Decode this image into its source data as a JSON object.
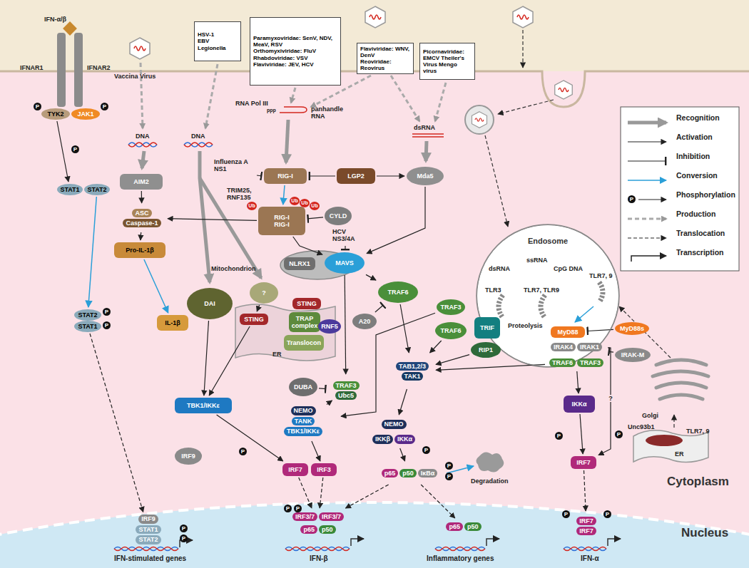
{
  "diagram": {
    "nodes": [
      {
        "text": [
          "HSV-1",
          "EBV",
          "Legionella"
        ]
      },
      {
        "text": [
          "Paramyxoviridae: SenV, NDV, MeaV, RSV",
          "Orthomyxiviridae: FluV",
          "Rhabdoviridae: VSV",
          "Flaviviridae: JEV, HCV"
        ]
      },
      {
        "text": [
          "Flaviviridae: WNV, DenV",
          "Reoviridae: Reovirus"
        ]
      },
      {
        "text": [
          "Picornaviridae: EMCV Theiler's Virus Mengo virus"
        ]
      },
      {
        "text": [
          "TYK2"
        ]
      },
      {
        "text": [
          "JAK1"
        ]
      },
      {
        "text": [
          "STAT1"
        ]
      },
      {
        "text": [
          "STAT2"
        ]
      },
      {
        "text": [
          "RIG-I"
        ]
      },
      {
        "text": [
          "LGP2"
        ]
      },
      {
        "text": [
          "Mda5"
        ]
      },
      {
        "text": [
          "AIM2"
        ]
      },
      {
        "text": [
          "RIG-I",
          "RIG-I"
        ]
      },
      {
        "text": [
          "CYLD"
        ]
      },
      {
        "text": [
          "ASC",
          "Caspase-1"
        ]
      },
      {
        "text": [
          "Endosome"
        ]
      },
      {
        "text": [
          "Pro-IL-1β"
        ]
      },
      {
        "text": [
          "NLRX1"
        ]
      },
      {
        "text": [
          "MAVS"
        ]
      },
      {
        "text": [
          "TRAF6"
        ]
      },
      {
        "text": [
          "?"
        ]
      },
      {
        "text": [
          "DAI"
        ]
      },
      {
        "text": [
          "STING"
        ]
      },
      {
        "text": [
          "TRAP complex"
        ]
      },
      {
        "text": [
          "A20"
        ]
      },
      {
        "text": [
          "STING"
        ]
      },
      {
        "text": [
          "RNF5"
        ]
      },
      {
        "text": [
          "TRAF3"
        ]
      },
      {
        "text": [
          "TRIF"
        ]
      },
      {
        "text": [
          "Translocon"
        ]
      },
      {
        "text": [
          "TRAF6"
        ]
      },
      {
        "text": [
          "MyD88"
        ]
      },
      {
        "text": [
          "MyD88s"
        ]
      },
      {
        "text": [
          "IRAK4",
          "IRAK1"
        ]
      },
      {
        "text": [
          "IRAK-M"
        ]
      },
      {
        "text": [
          "RIP1"
        ]
      },
      {
        "text": [
          "TRAF6",
          "TRAF3"
        ]
      },
      {
        "text": [
          "IL-1β"
        ]
      },
      {
        "text": [
          "STAT2"
        ]
      },
      {
        "text": [
          "STAT1"
        ]
      },
      {
        "text": [
          "TAB1,2/3",
          "TAK1"
        ]
      },
      {
        "text": [
          "DUBA"
        ]
      },
      {
        "text": [
          "TRAF3",
          "Ubc5"
        ]
      },
      {
        "text": [
          "IKKα"
        ]
      },
      {
        "text": [
          "TBK1/IKKε"
        ]
      },
      {
        "text": [
          "NEMO",
          "TANK",
          "TBK1/IKKε"
        ]
      },
      {
        "text": [
          "NEMO",
          "IKKβ",
          "IKKα"
        ]
      },
      {
        "text": [
          "IRF9"
        ]
      },
      {
        "text": [
          "IRF7"
        ]
      },
      {
        "text": [
          "IRF3"
        ]
      },
      {
        "text": [
          "p65",
          "p50",
          "IκBα"
        ]
      },
      {
        "text": [
          "IRF7"
        ]
      },
      {
        "text": [
          "IRF9",
          "STAT1",
          "STAT2"
        ]
      },
      {
        "text": [
          "IRF3/7",
          "IRF3/7",
          "p65",
          "p50"
        ]
      },
      {
        "text": [
          "p65",
          "p50"
        ]
      },
      {
        "text": [
          "IRF7",
          "IRF7"
        ]
      }
    ],
    "edges": [
      {
        "from": 4,
        "to": 6,
        "arrow": "to"
      },
      {
        "from": 7,
        "to": 38,
        "arrow": "to"
      },
      {
        "from": 39,
        "to": 52,
        "arrow": "to"
      },
      {
        "from": 11,
        "to": 14,
        "arrow": "to"
      },
      {
        "from": 14,
        "to": 16,
        "arrow": "to"
      },
      {
        "from": 16,
        "to": 37,
        "arrow": "to"
      },
      {
        "from": 8,
        "to": 12,
        "arrow": "to"
      },
      {
        "from": 9,
        "to": 8,
        "arrow": "to"
      },
      {
        "from": 9,
        "to": 10,
        "arrow": "to"
      },
      {
        "from": 13,
        "to": 12,
        "arrow": "to"
      },
      {
        "from": 12,
        "to": 14,
        "arrow": "to"
      },
      {
        "from": 12,
        "to": 18,
        "arrow": "to"
      },
      {
        "from": 10,
        "to": 18,
        "arrow": "to"
      },
      {
        "from": 18,
        "to": 19,
        "arrow": "to"
      },
      {
        "from": 18,
        "to": 42,
        "arrow": "to"
      },
      {
        "from": 24,
        "to": 19,
        "arrow": "to"
      },
      {
        "from": 41,
        "to": 42,
        "arrow": "to"
      },
      {
        "from": 42,
        "to": 45,
        "arrow": "to"
      },
      {
        "from": 19,
        "to": 40,
        "arrow": "to"
      },
      {
        "from": 21,
        "to": 44,
        "arrow": "to"
      },
      {
        "from": 20,
        "to": 25,
        "arrow": "to"
      },
      {
        "from": 25,
        "to": 44,
        "arrow": "to"
      },
      {
        "from": 44,
        "to": 48,
        "arrow": "to"
      },
      {
        "from": 45,
        "to": 49,
        "arrow": "to"
      },
      {
        "from": 48,
        "to": 53,
        "arrow": "to"
      },
      {
        "from": 49,
        "to": 53,
        "arrow": "to"
      },
      {
        "from": 27,
        "to": 45,
        "arrow": "to"
      },
      {
        "from": 30,
        "to": 40,
        "arrow": "to"
      },
      {
        "from": 35,
        "to": 40,
        "arrow": "to"
      },
      {
        "from": 36,
        "to": 40,
        "arrow": "to"
      },
      {
        "from": 40,
        "to": 46,
        "arrow": "to"
      },
      {
        "from": 46,
        "to": 50,
        "arrow": "to"
      },
      {
        "from": 50,
        "to": 53,
        "arrow": "to"
      },
      {
        "from": 50,
        "to": 54,
        "arrow": "to"
      },
      {
        "from": 32,
        "to": 31,
        "arrow": "to"
      },
      {
        "from": 34,
        "to": 33,
        "arrow": "to"
      },
      {
        "from": 36,
        "to": 43,
        "arrow": "to"
      },
      {
        "from": 43,
        "to": 51,
        "arrow": "to"
      },
      {
        "from": 33,
        "to": 51,
        "arrow": "to",
        "label": "?"
      },
      {
        "from": 51,
        "to": 55,
        "arrow": "to"
      }
    ],
    "labels": [
      "IFN-α/β",
      "IFNAR1",
      "IFNAR2",
      "Vaccina Virus",
      "DNA",
      "DNA",
      "RNA Pol III",
      "ppp",
      "panhandle RNA",
      "dsRNA",
      "Influenza A NS1",
      "TRIM25, RNF135",
      "Ub",
      "Ub",
      "Ub",
      "Ub",
      "HCV NS3/4A",
      "Mitochondrion",
      "ER",
      "Proteolysis",
      "dsRNA",
      "ssRNA",
      "CpG DNA",
      "TLR3",
      "TLR7, TLR9",
      "TLR7, 9",
      "Degradation",
      "Golgi",
      "Unc93b1",
      "ER",
      "TLR7, 9",
      "Cytoplasm",
      "Nucleus",
      "IFN-stimulated genes",
      "IFN-β",
      "Inflammatory genes",
      "IFN-α",
      "P",
      "P",
      "P",
      "P",
      "P",
      "P",
      "P",
      "P",
      "P",
      "P",
      "P",
      "P",
      "P",
      "P",
      "P",
      "P",
      "P",
      "P"
    ],
    "legend": [
      {
        "text": "Recognition"
      },
      {
        "text": "Activation"
      },
      {
        "text": "Inhibition"
      },
      {
        "text": "Conversion"
      },
      {
        "text": "Phosphorylation"
      },
      {
        "text": "Production"
      },
      {
        "text": "Translocation"
      },
      {
        "text": "Transcription"
      }
    ]
  }
}
